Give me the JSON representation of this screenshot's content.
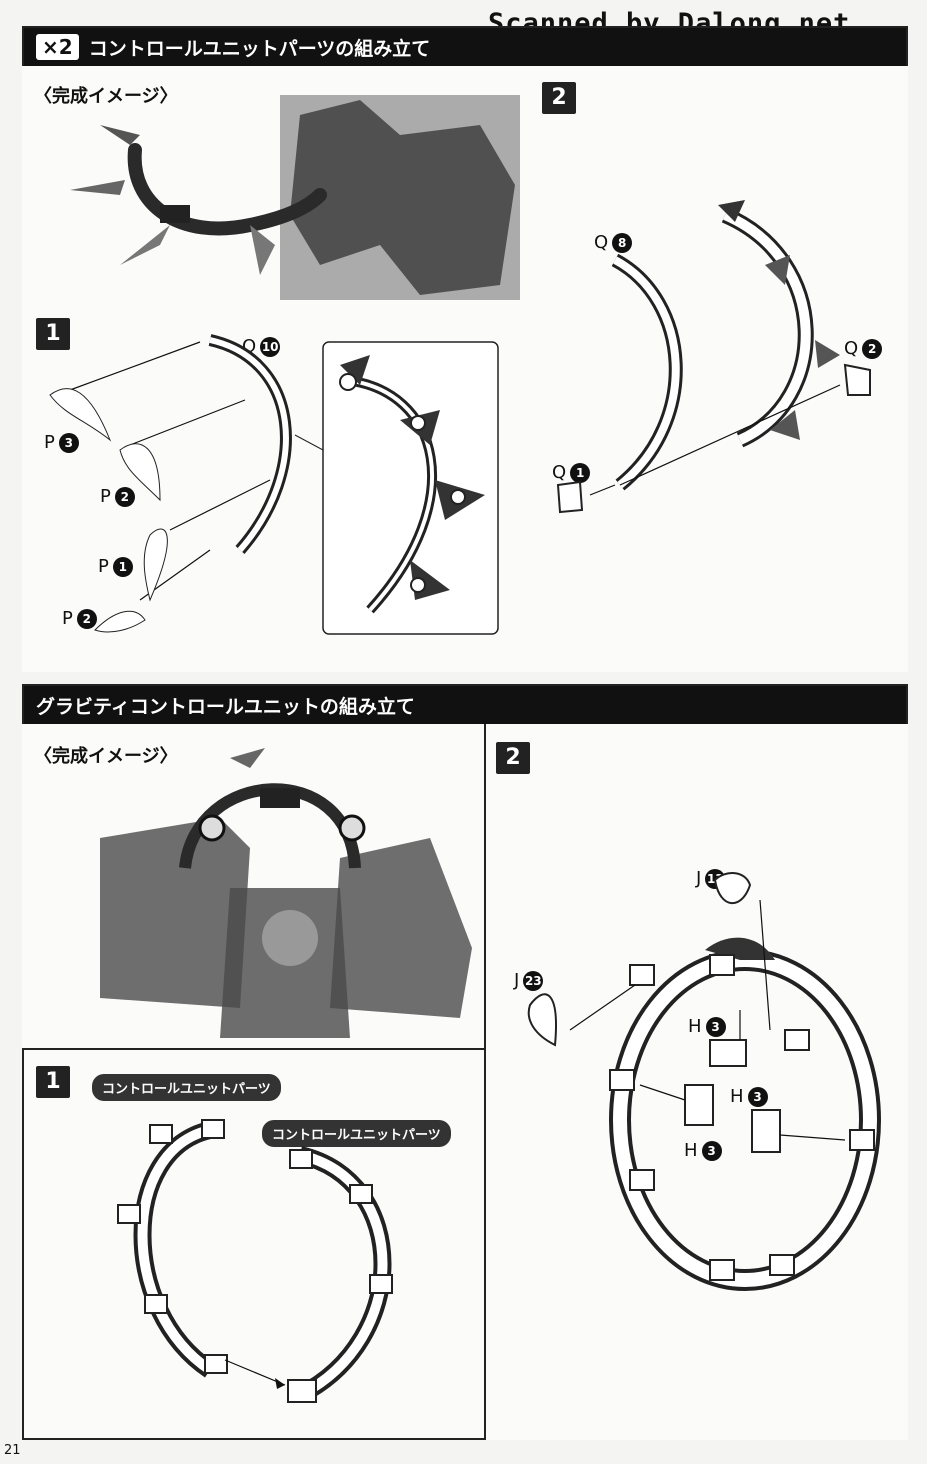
{
  "watermark": "Scanned by Dalong.net",
  "page_number": "21",
  "section1": {
    "multiplier": "×2",
    "title": "コントロールユニットパーツの組み立て",
    "image_label": "〈完成イメージ〉",
    "step1": {
      "number": "1",
      "parts": [
        {
          "letter": "Q",
          "num": "10"
        },
        {
          "letter": "P",
          "num": "3"
        },
        {
          "letter": "P",
          "num": "2"
        },
        {
          "letter": "P",
          "num": "1"
        },
        {
          "letter": "P",
          "num": "2"
        }
      ]
    },
    "step2": {
      "number": "2",
      "parts": [
        {
          "letter": "Q",
          "num": "8"
        },
        {
          "letter": "Q",
          "num": "2"
        },
        {
          "letter": "Q",
          "num": "1"
        }
      ]
    }
  },
  "section2": {
    "title": "グラビティコントロールユニットの組み立て",
    "image_label": "〈完成イメージ〉",
    "step1": {
      "number": "1",
      "pills": [
        "コントロールユニットパーツ",
        "コントロールユニットパーツ"
      ]
    },
    "step2": {
      "number": "2",
      "parts": [
        {
          "letter": "J",
          "num": "13"
        },
        {
          "letter": "J",
          "num": "23"
        },
        {
          "letter": "H",
          "num": "3"
        },
        {
          "letter": "H",
          "num": "3"
        },
        {
          "letter": "H",
          "num": "3"
        }
      ]
    }
  }
}
